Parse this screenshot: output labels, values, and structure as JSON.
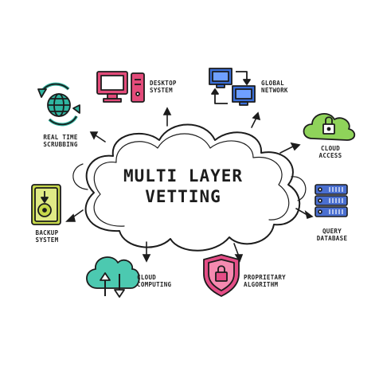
{
  "title": {
    "line1": "MULTI LAYER",
    "line2": "VETTING"
  },
  "nodes": [
    {
      "id": "desktop",
      "line1": "DESKTOP",
      "line2": "SYSTEM",
      "icon": "desktop-computer-icon"
    },
    {
      "id": "global",
      "line1": "GLOBAL",
      "line2": "NETWORK",
      "icon": "network-monitors-icon"
    },
    {
      "id": "cloud-access",
      "line1": "CLOUD",
      "line2": "ACCESS",
      "icon": "cloud-lock-icon"
    },
    {
      "id": "query",
      "line1": "QUERY",
      "line2": "DATABASE",
      "icon": "database-server-icon"
    },
    {
      "id": "proprietary",
      "line1": "PROPRIETARY",
      "line2": "ALGORITHM",
      "icon": "shield-lock-icon"
    },
    {
      "id": "cloud-computing",
      "line1": "CLOUD",
      "line2": "COMPUTING",
      "icon": "cloud-sync-icon"
    },
    {
      "id": "backup",
      "line1": "BACKUP",
      "line2": "SYSTEM",
      "icon": "backup-drive-icon"
    },
    {
      "id": "scrubbing",
      "line1": "REAL TIME",
      "line2": "SCRUBBING",
      "icon": "globe-refresh-icon"
    }
  ],
  "colors": {
    "outline": "#1c1c1c",
    "desktop": "#e34b7a",
    "network": "#3a6fd8",
    "cloud_access": "#8fd35a",
    "database": "#4a6fd0",
    "shield": "#e44d86",
    "cloud_computing": "#4cc9b0",
    "backup": "#c6d84a",
    "scrubbing": "#2fb5a0"
  }
}
